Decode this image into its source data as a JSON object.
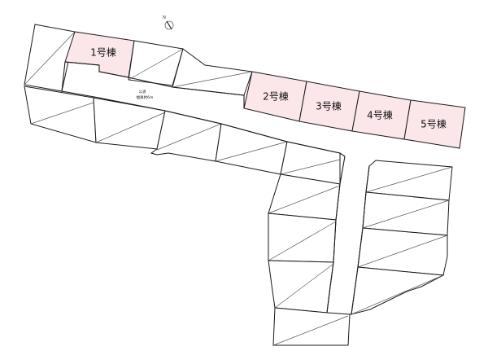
{
  "plot_labels": {
    "lot1": "1号棟",
    "lot2": "2号棟",
    "lot3": "3号棟",
    "lot4": "4号棟",
    "lot5": "5号棟"
  },
  "road_label": {
    "line1": "公道",
    "line2": "幅員約6m"
  },
  "north_indicator": "N",
  "colors": {
    "highlight": "#fbe6ea",
    "lines": "#1a1a1a"
  }
}
